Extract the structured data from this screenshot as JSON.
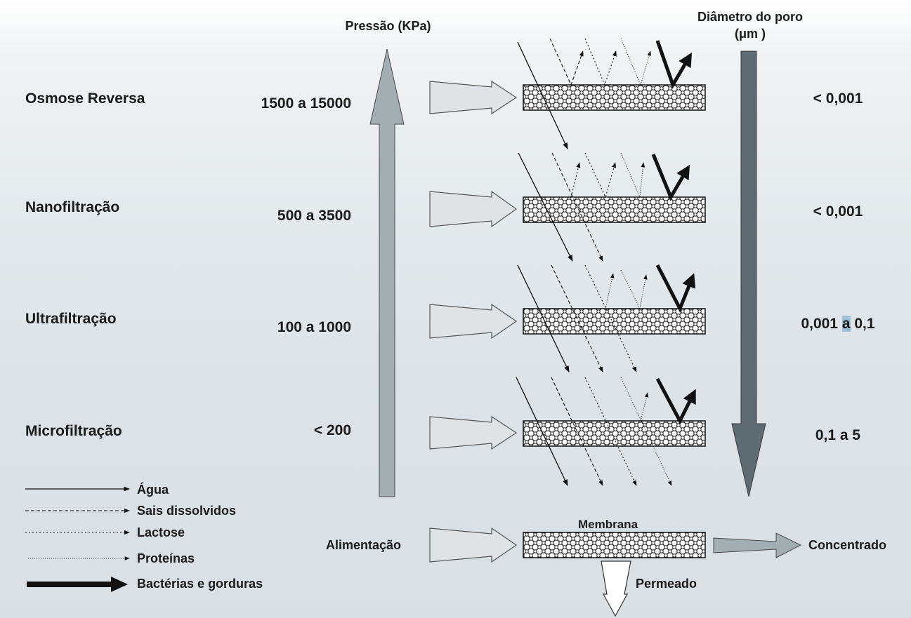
{
  "header": {
    "pressure_title": "Pressão (KPa)",
    "pore_title_line1": "Diâmetro do poro",
    "pore_title_line2": "(μm )"
  },
  "processes": [
    {
      "name": "Osmose Reversa",
      "pressure": "1500 a 15000",
      "pore": "< 0,001"
    },
    {
      "name": "Nanofiltração",
      "pressure": "500 a 3500",
      "pore": "< 0,001"
    },
    {
      "name": "Ultrafiltração",
      "pressure": "100 a 1000",
      "pore_a": "0,001 ",
      "pore_b": "a",
      "pore_c": " 0,1"
    },
    {
      "name": "Microfiltração",
      "pressure": "< 200",
      "pore": "0,1 a 5"
    }
  ],
  "legend": [
    {
      "label": "Água",
      "style": "solid"
    },
    {
      "label": "Sais dissolvidos",
      "style": "dashed"
    },
    {
      "label": "Lactose",
      "style": "dotted"
    },
    {
      "label": "Proteínas",
      "style": "fine-dotted"
    },
    {
      "label": "Bactérias e gorduras",
      "style": "bold"
    }
  ],
  "bottom": {
    "feed": "Alimentação",
    "membrane": "Membrana",
    "concentrate": "Concentrado",
    "permeate": "Permeado"
  },
  "colors": {
    "pressure_arrow": "#a3aeb3",
    "pore_arrow": "#5e6b72",
    "feed_arrow": "#dfe3e5",
    "highlight": "#9fc3d6"
  }
}
